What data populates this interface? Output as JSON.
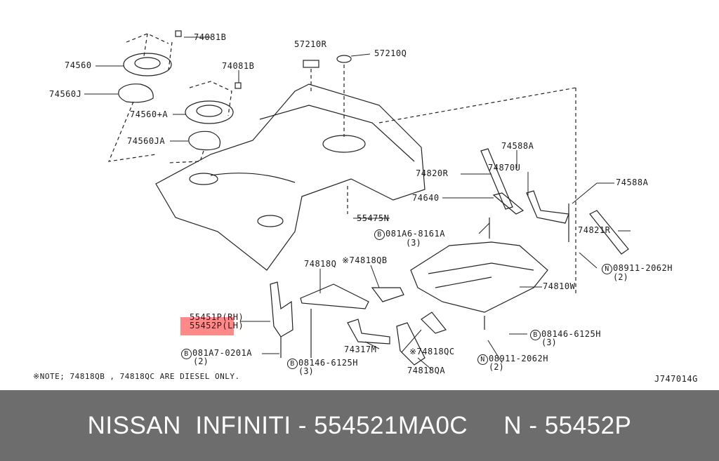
{
  "labels": {
    "p74081B_1": "74081B",
    "p74560": "74560",
    "p74081B_2": "74081B",
    "p74560J": "74560J",
    "p74560A": "74560+A",
    "p74560JA": "74560JA",
    "p57210R": "57210R",
    "p57210Q": "57210Q",
    "p74588A_1": "74588A",
    "p74820R": "74820R",
    "p74870U": "74870U",
    "p74588A_2": "74588A",
    "p74640": "74640",
    "p55475N": "55475N",
    "p081A6": "081A6-8161A",
    "p081A6_qty": "(3)",
    "p74821R": "74821R",
    "p08911_1": "08911-2062H",
    "p08911_1_qty": "(2)",
    "p74818Q": "74818Q",
    "p74818QB": "※74818QB",
    "p74810W": "74810W",
    "p55451P": "55451P(RH)",
    "p55452P": "55452P(LH)",
    "p081A7": "081A7-0201A",
    "p081A7_qty": "(2)",
    "p74317M": "74317M",
    "p74818QC": "※74818QC",
    "p08146_1": "08146-6125H",
    "p08146_1_qty": "(3)",
    "p74818QA": "74818QA",
    "p08146_2": "08146-6125H",
    "p08146_2_qty": "(3)",
    "p08911_2": "08911-2062H",
    "p08911_2_qty": "(2)"
  },
  "markers": {
    "bolt": "B",
    "nut": "N"
  },
  "note": "※NOTE; 74818QB , 74818QC ARE DIESEL ONLY.",
  "diagram_code": "J747014G",
  "highlight_color": "#ff6b6b",
  "footer": {
    "text": "NISSAN  INFINITI - 554521MA0C     N - 55452P"
  }
}
